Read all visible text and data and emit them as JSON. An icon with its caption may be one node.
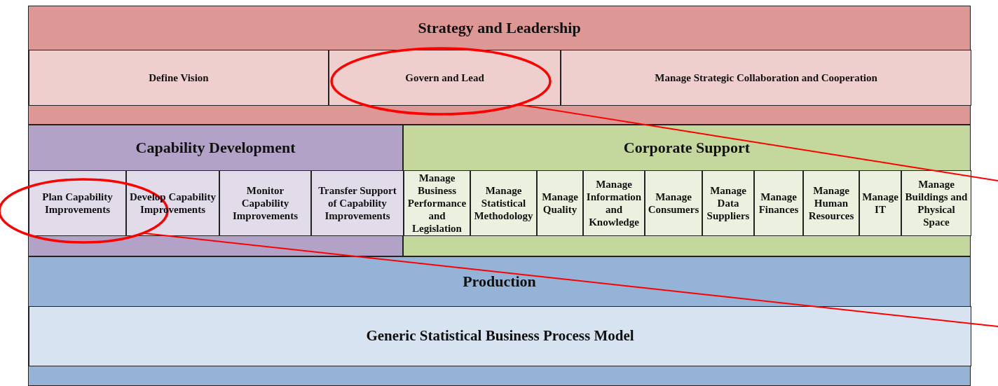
{
  "diagram": {
    "nodes": [
      {
        "text": [
          "Strategy and Leadership"
        ]
      },
      {
        "text": [
          "Define Vision"
        ],
        "in": 0
      },
      {
        "text": [
          "Govern and Lead"
        ],
        "in": 0
      },
      {
        "text": [
          "Manage Strategic Collaboration and Cooperation"
        ],
        "in": 0
      },
      {
        "text": [
          "Capability Development"
        ]
      },
      {
        "text": [
          "Plan Capability Improvements"
        ],
        "in": 4
      },
      {
        "text": [
          "Develop Capability Improvements"
        ],
        "in": 4
      },
      {
        "text": [
          "Monitor Capability Improvements"
        ],
        "in": 4
      },
      {
        "text": [
          "Transfer Support of Capability Improvements"
        ],
        "in": 4
      },
      {
        "text": [
          "Corporate Support"
        ]
      },
      {
        "text": [
          "Manage Business Performance and Legislation"
        ],
        "in": 9
      },
      {
        "text": [
          "Manage Statistical Methodology"
        ],
        "in": 9
      },
      {
        "text": [
          "Manage Quality"
        ],
        "in": 9
      },
      {
        "text": [
          "Manage Information and Knowledge"
        ],
        "in": 9
      },
      {
        "text": [
          "Manage Consumers"
        ],
        "in": 9
      },
      {
        "text": [
          "Manage Data Suppliers"
        ],
        "in": 9
      },
      {
        "text": [
          "Manage Finances"
        ],
        "in": 9
      },
      {
        "text": [
          "Manage Human Resources"
        ],
        "in": 9
      },
      {
        "text": [
          "Manage IT"
        ],
        "in": 9
      },
      {
        "text": [
          "Manage Buildings and Physical Space"
        ],
        "in": 9
      },
      {
        "text": [
          "Production"
        ]
      },
      {
        "text": [
          "Generic Statistical Business Process Model"
        ],
        "in": 20
      },
      {
        "text": [],
        "shape": "ellipse",
        "in": 0
      },
      {
        "text": [],
        "shape": "ellipse"
      }
    ],
    "edges": [
      {
        "from": 22,
        "to": null,
        "arrow": "none",
        "color": "#ff0000"
      },
      {
        "from": 23,
        "to": null,
        "arrow": "none",
        "color": "#ff0000"
      }
    ]
  }
}
